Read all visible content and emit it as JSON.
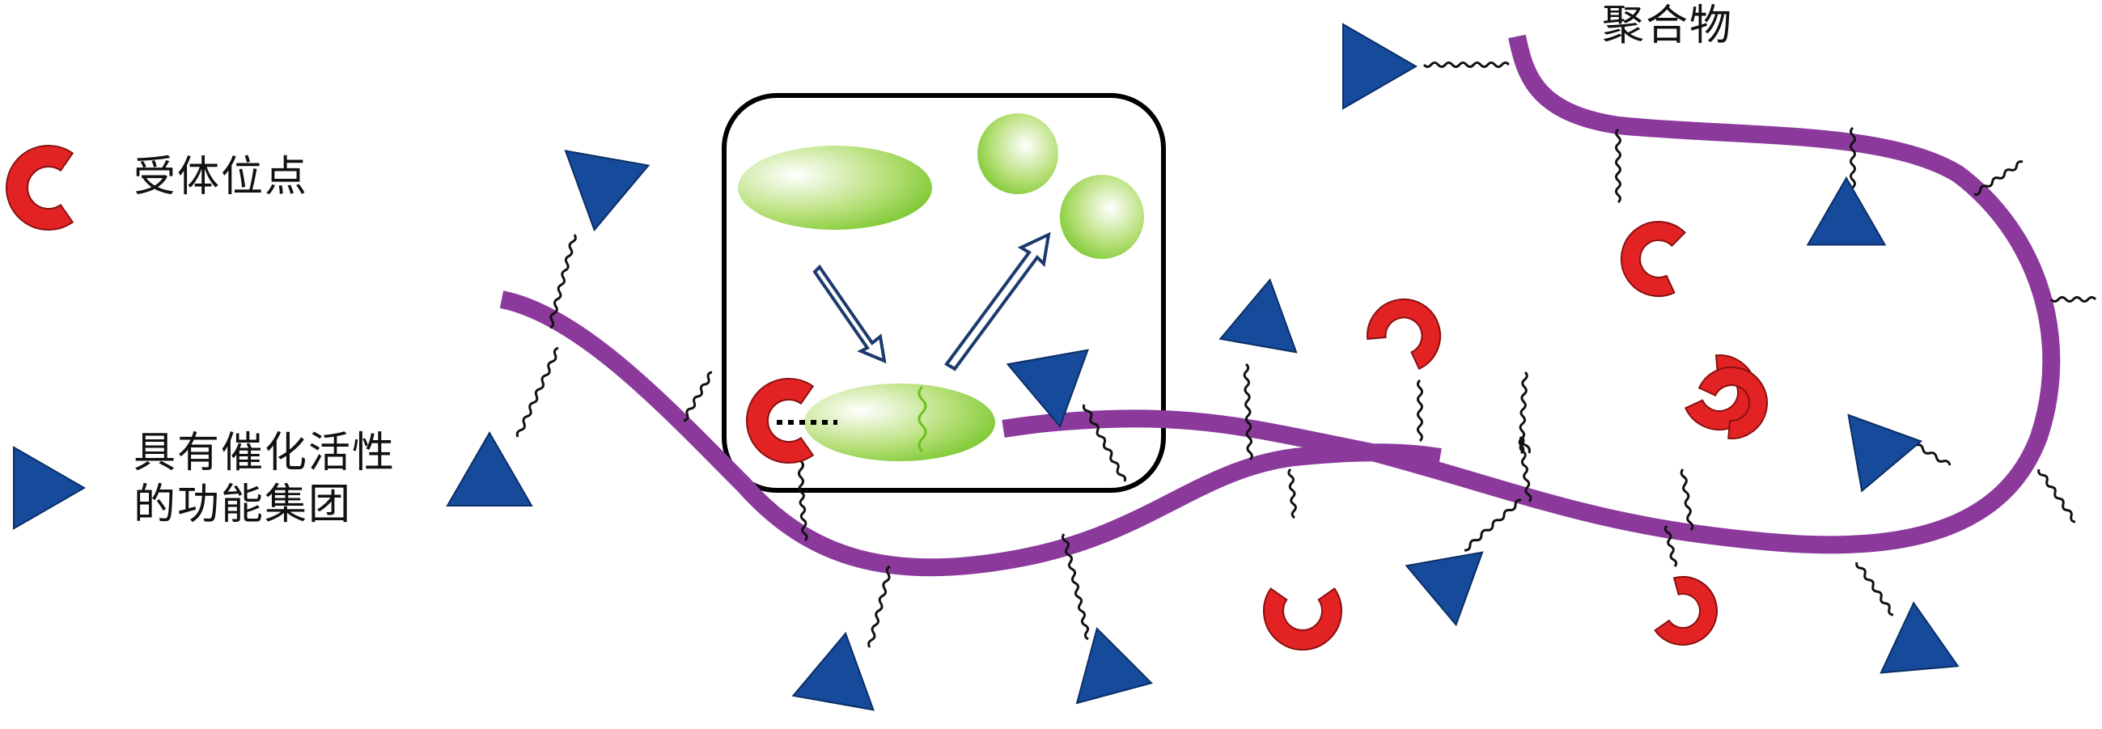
{
  "labels": {
    "receptor_site": "受体位点",
    "catalytic_group_line1": "具有催化活性",
    "catalytic_group_line2": "的功能集团",
    "polymer": "聚合物"
  },
  "colors": {
    "polymer_chain": "#8b3a9c",
    "functional_group": "#164a9a",
    "receptor_site": "#e32323",
    "enzyme_green": "#6cc21e",
    "arrow_outline": "#1c3a6e",
    "box_border": "#000000",
    "linker": "#111111"
  },
  "icons": {
    "functional_group": "blue-triangle-icon",
    "receptor_site": "red-c-shape-icon",
    "enzyme_substrate": "green-ellipse-icon",
    "enzyme_product": "green-sphere-icon"
  }
}
